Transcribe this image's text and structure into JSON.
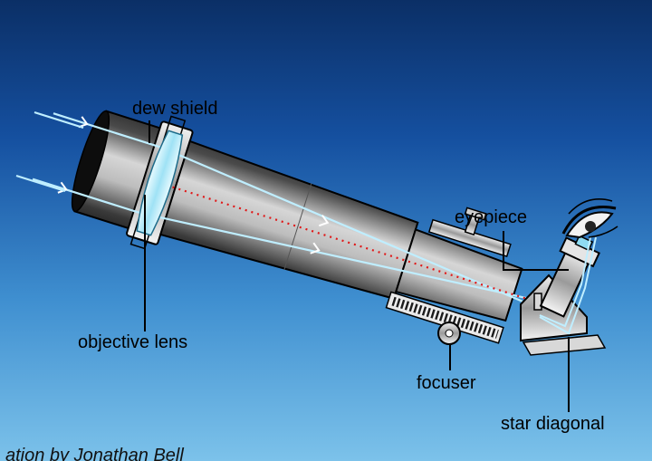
{
  "labels": {
    "dew_shield": "dew shield",
    "eyepiece": "eyepiece",
    "objective_lens": "objective lens",
    "focuser": "focuser",
    "star_diagonal": "star diagonal"
  },
  "credit": "ation by Jonathan Bell",
  "icons": {
    "eye": "eye-icon",
    "focus_knob": "focus-knob-icon"
  },
  "colors": {
    "light_ray": "#bfeeff",
    "optical_axis": "#e01818",
    "tube_dark": "#121212",
    "tube_light": "#d8d8d8"
  }
}
